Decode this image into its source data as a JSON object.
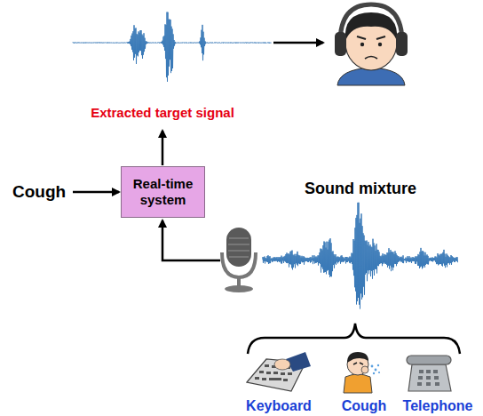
{
  "diagram": {
    "nodes": [
      {
        "text": [
          "Real-time system"
        ]
      }
    ],
    "labels": [
      "Cough",
      "Extracted target signal",
      "Sound mixture",
      "Keyboard",
      "Cough",
      "Telephone"
    ]
  }
}
